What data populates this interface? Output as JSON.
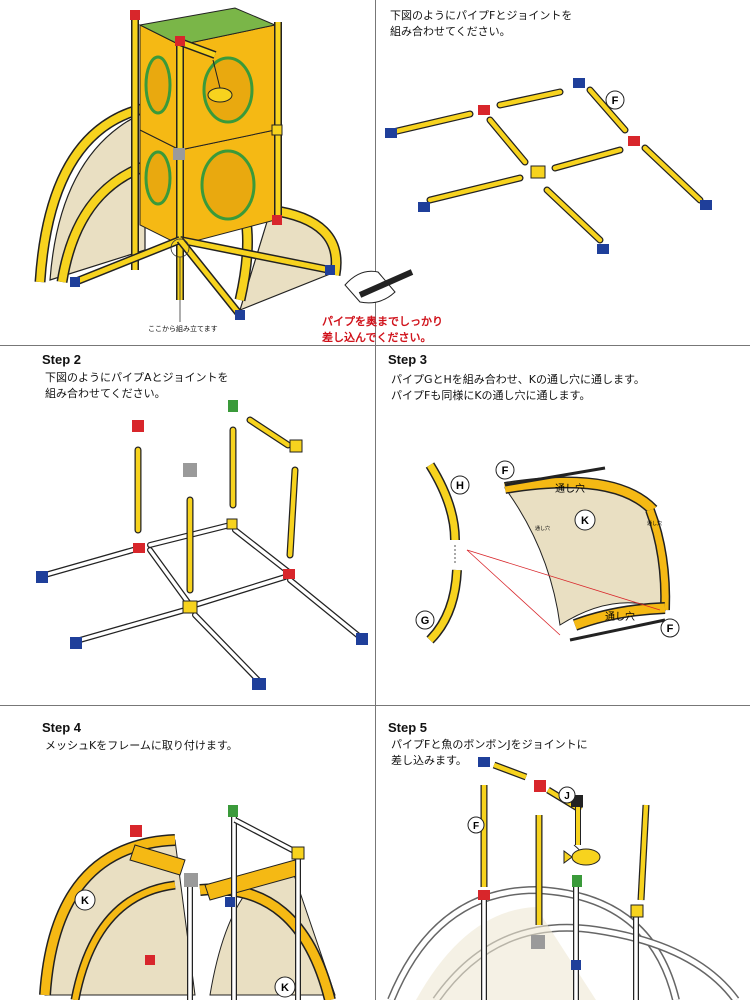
{
  "step1": {
    "instruction": "下図のようにパイプFとジョイントを\n組み合わせてください。",
    "callout": "ここから組み立てます",
    "warning": "パイプを奥までしっかり\n差し込んでください。",
    "label_f": "F"
  },
  "step2": {
    "title": "Step 2",
    "instruction": "下図のようにパイプAとジョイントを\n組み合わせてください。"
  },
  "step3": {
    "title": "Step 3",
    "instruction": "パイプGとHを組み合わせ、Kの通し穴に通します。\nパイプFも同様にKの通し穴に通します。",
    "label_h": "H",
    "label_g": "G",
    "label_f_top": "F",
    "label_f_bottom": "F",
    "label_k": "K",
    "hole_top": "通し穴",
    "hole_bottom": "通し穴",
    "hole_side_right": "通し穴",
    "hole_side_left": "通し穴"
  },
  "step4": {
    "title": "Step 4",
    "instruction": "メッシュKをフレームに取り付けます。",
    "label_k_left": "K",
    "label_k_right": "K"
  },
  "step5": {
    "title": "Step 5",
    "instruction": "パイプFと魚のボンボンJをジョイントに\n差し込みます。",
    "label_f": "F",
    "label_j": "J"
  },
  "colors": {
    "pipe_yellow": "#f7d31e",
    "cloth_yellow": "#f5b914",
    "mesh": "#e9dfc2",
    "joint_red": "#d8262b",
    "joint_blue": "#1f3f9a",
    "joint_green": "#3a9a3a",
    "joint_gray": "#9a9a9a",
    "warning_red": "#d0121b",
    "divider": "#777777"
  },
  "icons": [
    "hand-pushing-pipe-icon",
    "fish-pompom-icon"
  ]
}
